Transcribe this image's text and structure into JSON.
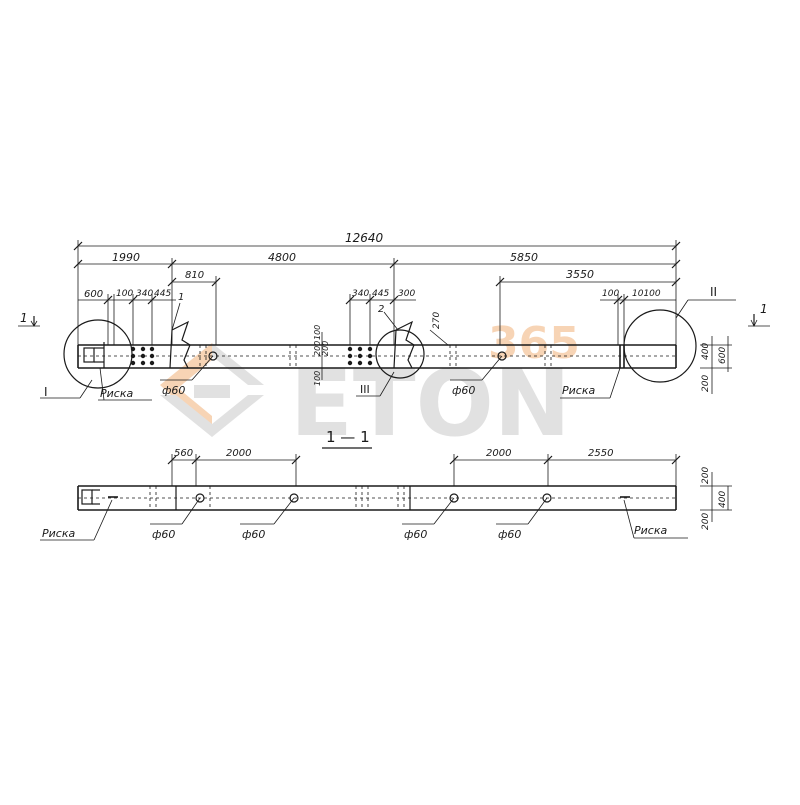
{
  "colors": {
    "ink": "#1a1a1a",
    "watermark_gray": "#c9c9c9",
    "watermark_orange": "#f2b27a"
  },
  "plan": {
    "overall_dim": "12640",
    "dims_top_row": [
      "1990",
      "4800",
      "5850"
    ],
    "dim_810": "810",
    "dim_3550": "3550",
    "dims_small_left": [
      "600",
      "100",
      "340",
      "445"
    ],
    "dims_small_mid": [
      "340",
      "445",
      "300"
    ],
    "dims_small_right": [
      "100",
      "10100"
    ],
    "dim_270": "270",
    "vertical_dims_mid": [
      "100",
      "200",
      "200",
      "100"
    ],
    "vertical_dims_right": [
      "400",
      "600",
      "200"
    ],
    "callout_1": "1",
    "callout_2": "2",
    "section_marker_left": "1",
    "section_marker_right": "1",
    "node_I": "I",
    "node_II": "II",
    "node_III": "III",
    "label_riska_left": "Риска",
    "label_riska_right": "Риска",
    "hole_label_1": "ф60",
    "hole_label_2": "ф60"
  },
  "section": {
    "title": "1 — 1",
    "dims_left": [
      "560",
      "2000"
    ],
    "dims_right": [
      "2000",
      "2550"
    ],
    "vertical_dims": [
      "200",
      "400",
      "200"
    ],
    "label_riska_left": "Риска",
    "label_riska_right": "Pиска",
    "hole_labels": [
      "ф60",
      "ф60",
      "ф60",
      "ф60"
    ]
  },
  "watermark": {
    "number": "365",
    "text": "ETON"
  }
}
